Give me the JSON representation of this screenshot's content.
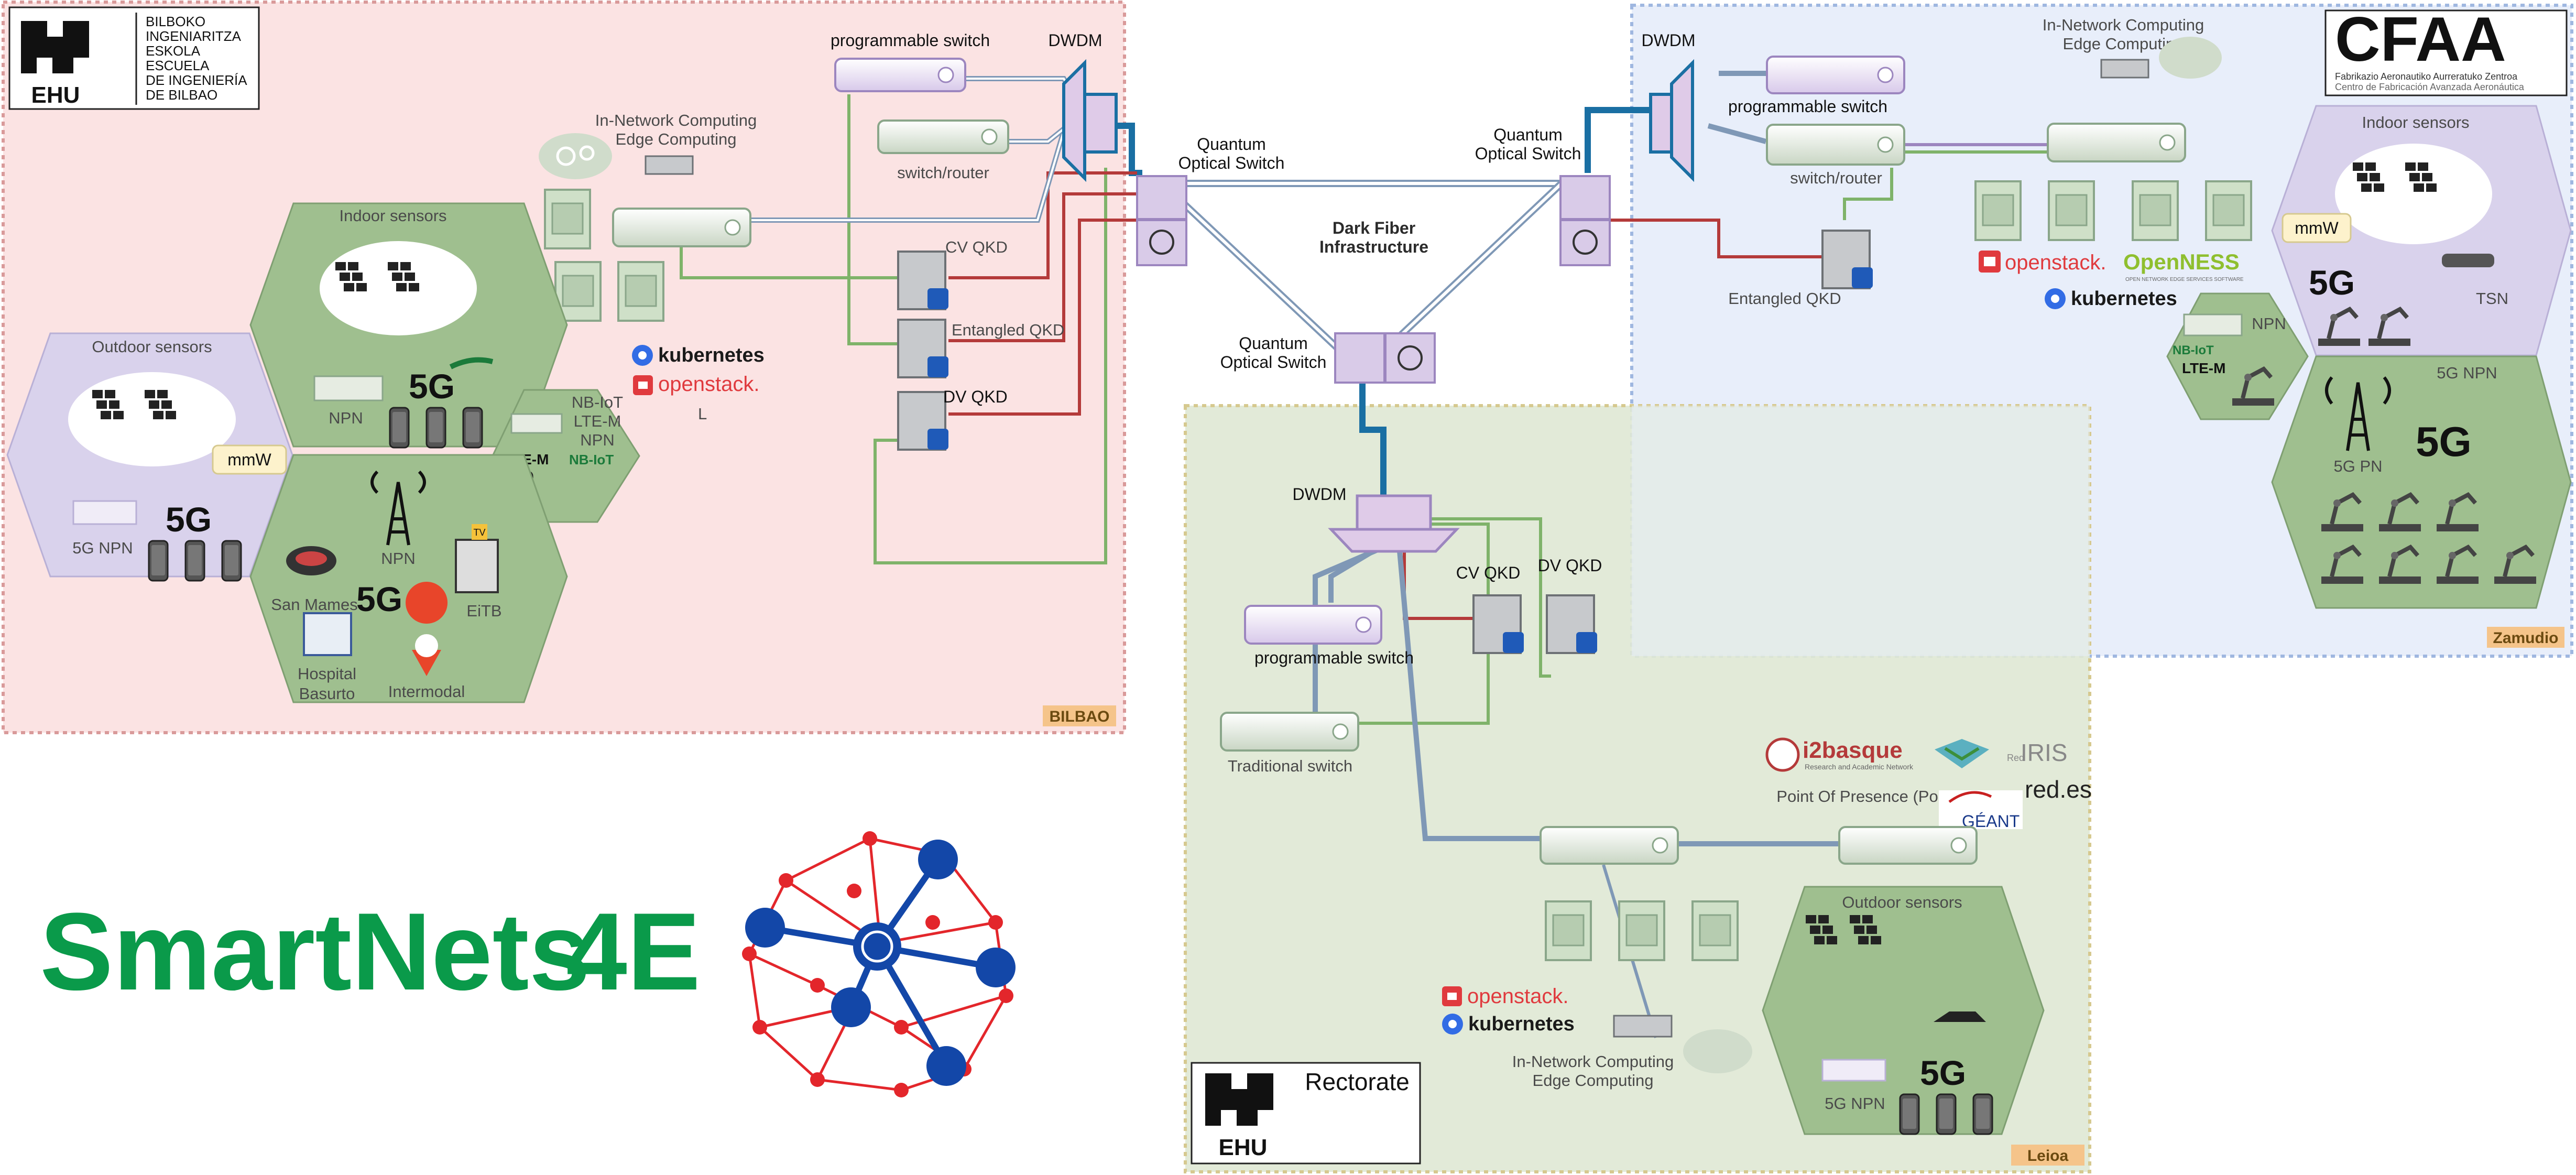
{
  "logos": {
    "ehu_bilbao": {
      "mark": "EHU",
      "lines": [
        "BILBOKO",
        "INGENIARITZA",
        "ESKOLA",
        "ESCUELA",
        "DE INGENIERÍA",
        "DE BILBAO"
      ]
    },
    "cfaa": {
      "mark": "CFAA",
      "line1": "Fabrikazio Aeronautiko Aurreratuko Zentroa",
      "line2": "Centro de Fabricación Avanzada Aeronáutica"
    },
    "ehu_rectorate": {
      "mark": "EHU",
      "title": "Rectorate"
    },
    "smartnets": "SmartNets",
    "smartnets_accent": "4E"
  },
  "regions": {
    "bilbao": "BILBAO",
    "zamudio": "Zamudio",
    "leioa": "Leioa"
  },
  "core": {
    "dwdm": "DWDM",
    "quantum_switch": [
      "Quantum",
      "Optical Switch"
    ],
    "dark_fiber": [
      "Dark Fiber",
      "Infrastructure"
    ]
  },
  "bilbao": {
    "programmable_switch": "programmable switch",
    "switch_router": "switch/router",
    "edge": [
      "In-Network Computing",
      "Edge Computing"
    ],
    "cv_qkd": "CV QKD",
    "entangled_qkd": "Entangled QKD",
    "dv_qkd": "DV QKD",
    "kubernetes": "kubernetes",
    "openstack": "openstack.",
    "stray": "L",
    "indoor_sensors": "Indoor sensors",
    "outdoor_sensors": "Outdoor sensors",
    "npn": "NPN",
    "fiveg_npn": "5G NPN",
    "fiveg": "5G",
    "mmw": "mmW",
    "nbiot": [
      "NB-IoT",
      "LTE-M",
      "NPN"
    ],
    "ltem_badge": "LTE-M",
    "nbiot_badge": "NB-IoT",
    "san_mames": "San Mames",
    "eitb": "EiTB",
    "hospital": [
      "Hospital",
      "Basurto"
    ],
    "intermodal": "Intermodal",
    "tv": "TV"
  },
  "zamudio": {
    "dwdm": "DWDM",
    "programmable_switch": "programmable switch",
    "switch_router": "switch/router",
    "edge": [
      "In-Network Computing",
      "Edge Computing"
    ],
    "entangled_qkd": "Entangled QKD",
    "openstack": "openstack.",
    "openness": "OpenNESS",
    "openness_sub": "OPEN NETWORK EDGE SERVICES SOFTWARE",
    "kubernetes": "kubernetes",
    "indoor_sensors": "Indoor sensors",
    "mmw": "mmW",
    "fiveg": "5G",
    "tsn": "TSN",
    "npn": "NPN",
    "nbiot_badge": "NB-IoT",
    "ltem_badge": "LTE-M",
    "fiveg_npn": "5G NPN",
    "fiveg_pn": "5G PN"
  },
  "leioa": {
    "dwdm": "DWDM",
    "cv_qkd": "CV QKD",
    "dv_qkd": "DV QKD",
    "programmable_switch": "programmable switch",
    "traditional_switch": "Traditional switch",
    "i2basque": "i2basque",
    "i2basque_sub": "Research and Academic Network",
    "rediris": "IRIS",
    "rediris_pre": "Red",
    "pop": "Point Of Presence (PoP)",
    "redes": "red.es",
    "geant": "GÉANT",
    "openstack": "openstack.",
    "kubernetes": "kubernetes",
    "edge": [
      "In-Network Computing",
      "Edge Computing"
    ],
    "outdoor_sensors": "Outdoor sensors",
    "fiveg_npn": "5G NPN",
    "fiveg": "5G"
  },
  "colors": {
    "bilbao_bg": "#fbe3e3",
    "bilbao_border": "#d99a9a",
    "zamudio_bg": "#e8eefa",
    "zamudio_border": "#9fb7e0",
    "leioa_bg": "#e3ebd9",
    "leioa_border": "#d6c98f",
    "hex_green": "#9fbf8f",
    "hex_purple": "#d9d2ec",
    "brand_green": "#0a9a4a",
    "node_red": "#e3262b",
    "node_blue": "#1347a8",
    "fiber": "#1a6fa3",
    "green_link": "#7fb36a",
    "red_link": "#b43a3a"
  }
}
